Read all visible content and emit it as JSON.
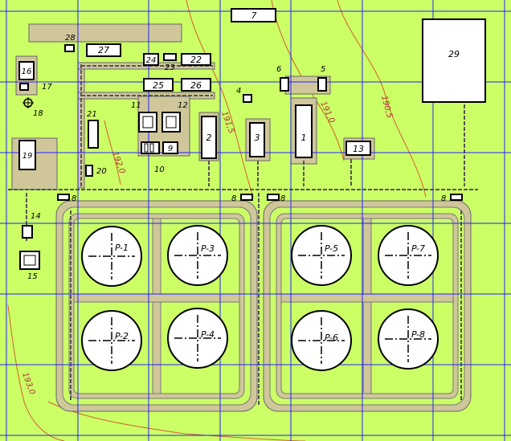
{
  "colors": {
    "ground": "#ccff66",
    "pad": "#cfc79a",
    "grid": "#2020ff",
    "contour": "#d06030"
  },
  "contours": [
    "191,5",
    "191,0",
    "190,5",
    "192,0",
    "193,0"
  ],
  "buildings": [
    {
      "id": "b7",
      "label": "7"
    },
    {
      "id": "b29",
      "label": "29"
    },
    {
      "id": "b28",
      "label": "28"
    },
    {
      "id": "b27",
      "label": "27"
    },
    {
      "id": "b24",
      "label": "24"
    },
    {
      "id": "b23",
      "label": "23"
    },
    {
      "id": "b22",
      "label": "22"
    },
    {
      "id": "b25",
      "label": "25"
    },
    {
      "id": "b26",
      "label": "26"
    },
    {
      "id": "b16",
      "label": "16"
    },
    {
      "id": "b17",
      "label": "17"
    },
    {
      "id": "b18",
      "label": "18"
    },
    {
      "id": "b6",
      "label": "6"
    },
    {
      "id": "b5",
      "label": "5"
    },
    {
      "id": "b4",
      "label": "4"
    },
    {
      "id": "b11",
      "label": "11"
    },
    {
      "id": "b12",
      "label": "12"
    },
    {
      "id": "b21",
      "label": "21"
    },
    {
      "id": "b2",
      "label": "2"
    },
    {
      "id": "b3",
      "label": "3"
    },
    {
      "id": "b1",
      "label": "1"
    },
    {
      "id": "b13",
      "label": "13"
    },
    {
      "id": "b9",
      "label": "9"
    },
    {
      "id": "b10",
      "label": "10"
    },
    {
      "id": "b19",
      "label": "19"
    },
    {
      "id": "b20",
      "label": "20"
    },
    {
      "id": "b14",
      "label": "14"
    },
    {
      "id": "b15",
      "label": "15"
    },
    {
      "id": "b8a",
      "label": "8"
    },
    {
      "id": "b8b",
      "label": "8"
    },
    {
      "id": "b8c",
      "label": "8"
    },
    {
      "id": "b8d",
      "label": "8"
    }
  ],
  "tanks": [
    {
      "id": "p1",
      "label": "P-1"
    },
    {
      "id": "p2",
      "label": "P-2"
    },
    {
      "id": "p3",
      "label": "P-3"
    },
    {
      "id": "p4",
      "label": "P-4"
    },
    {
      "id": "p5",
      "label": "P-5"
    },
    {
      "id": "p6",
      "label": "P-6"
    },
    {
      "id": "p7",
      "label": "P-7"
    },
    {
      "id": "p8",
      "label": "P-8"
    }
  ]
}
